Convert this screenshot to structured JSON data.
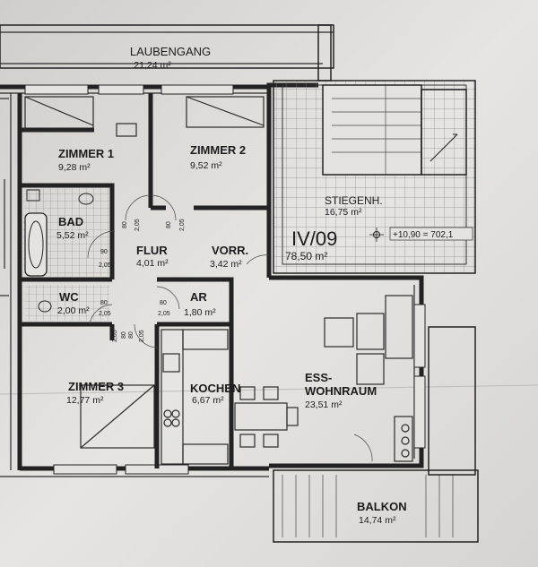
{
  "unit": {
    "id": "IV/09",
    "area": "78,50 m²"
  },
  "level_marker": "+10,90 = 702,1",
  "rooms": [
    {
      "key": "laubengang",
      "name": "LAUBENGANG",
      "area": "21,24 m²"
    },
    {
      "key": "zimmer1",
      "name": "ZIMMER 1",
      "area": "9,28 m²"
    },
    {
      "key": "zimmer2",
      "name": "ZIMMER 2",
      "area": "9,52 m²"
    },
    {
      "key": "stiegenhaus",
      "name": "STIEGENH.",
      "area": "16,75 m²"
    },
    {
      "key": "bad",
      "name": "BAD",
      "area": "5,52 m²"
    },
    {
      "key": "flur",
      "name": "FLUR",
      "area": "4,01 m²"
    },
    {
      "key": "vorraum",
      "name": "VORR.",
      "area": "3,42 m²"
    },
    {
      "key": "wc",
      "name": "WC",
      "area": "2,00 m²"
    },
    {
      "key": "abstellraum",
      "name": "AR",
      "area": "1,80 m²"
    },
    {
      "key": "zimmer3",
      "name": "ZIMMER 3",
      "area": "12,77 m²"
    },
    {
      "key": "kochen",
      "name": "KOCHEN",
      "area": "6,67 m²"
    },
    {
      "key": "ess_wohnraum",
      "name_line1": "ESS-",
      "name_line2": "WOHNRAUM",
      "area": "23,51 m²"
    },
    {
      "key": "balkon",
      "name": "BALKON",
      "area": "14,74 m²"
    }
  ],
  "door_dimensions": {
    "bad_door": {
      "width": "90",
      "height": "2,05"
    },
    "zimmer1_door": {
      "width": "80",
      "height": "2,05"
    },
    "zimmer2_door": {
      "width": "80",
      "height": "2,05"
    },
    "wc_door": {
      "width": "80",
      "height": "2,05"
    },
    "flur_door": {
      "width": "80",
      "height": "2,05"
    },
    "ar_door": {
      "width": "80",
      "height": "2,05"
    },
    "zimmer3_door": {
      "width": "80",
      "height": "2,05"
    }
  },
  "colors": {
    "paper": "#e4e3df",
    "line": "#222222",
    "tile": "#8a8a8a"
  }
}
